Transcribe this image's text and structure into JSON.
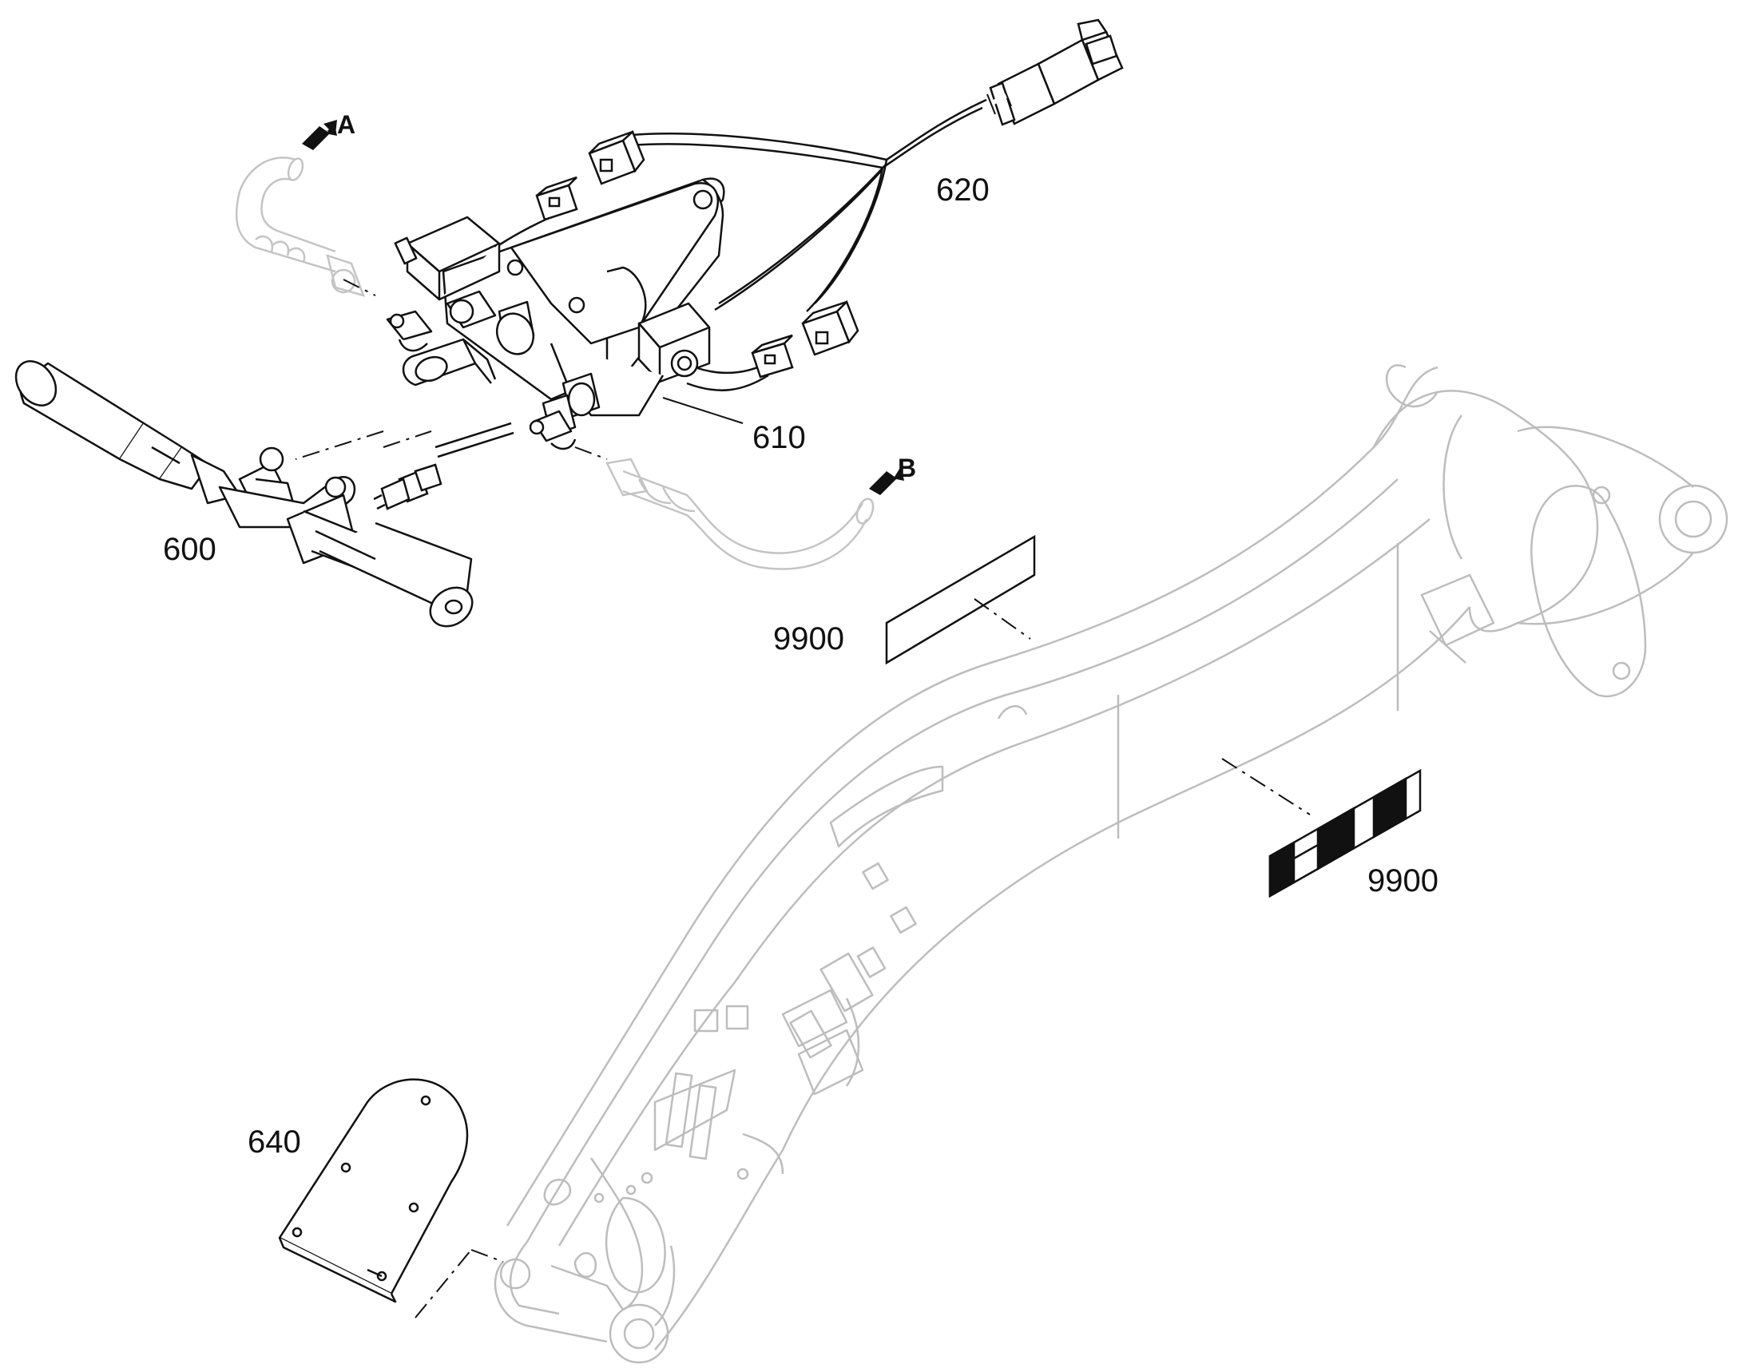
{
  "labels": {
    "arrow_a": "A",
    "arrow_b": "B",
    "part_600": "600",
    "part_610": "610",
    "part_620": "620",
    "part_640": "640",
    "part_9900_left": "9900",
    "part_9900_right": "9900"
  },
  "colors": {
    "line": "#111111",
    "ghost": "#c4c4c4",
    "label": "#111111"
  }
}
